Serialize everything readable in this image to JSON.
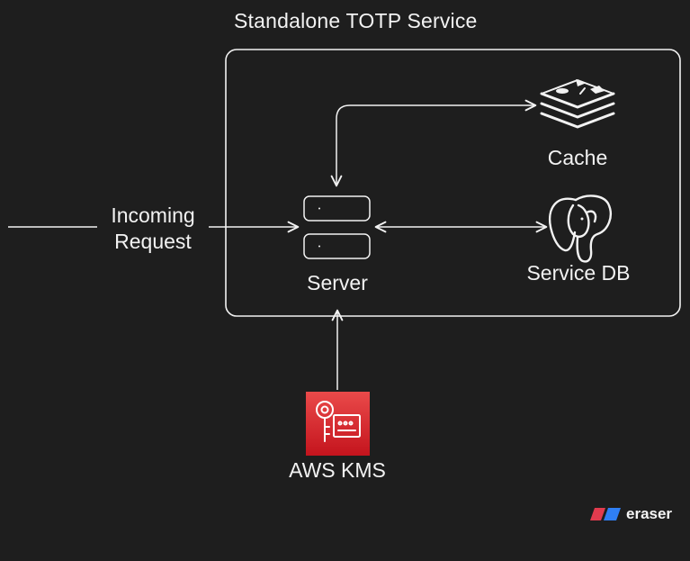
{
  "diagram": {
    "title": "Standalone TOTP Service",
    "incoming": {
      "line1": "Incoming",
      "line2": "Request"
    },
    "nodes": {
      "server": "Server",
      "cache": "Cache",
      "service_db": "Service DB",
      "aws_kms": "AWS KMS"
    }
  },
  "brand": {
    "name": "eraser",
    "colors": {
      "left": "#e23b4e",
      "right": "#2f7ff5"
    }
  },
  "colors": {
    "background": "#1e1e1e",
    "stroke": "#f2f2f2",
    "kms_top": "#ea4a4a",
    "kms_bottom": "#c4141d"
  },
  "icons": {
    "server": "server-icon",
    "cache": "redis-icon",
    "db": "postgresql-icon",
    "kms": "aws-kms-icon"
  }
}
